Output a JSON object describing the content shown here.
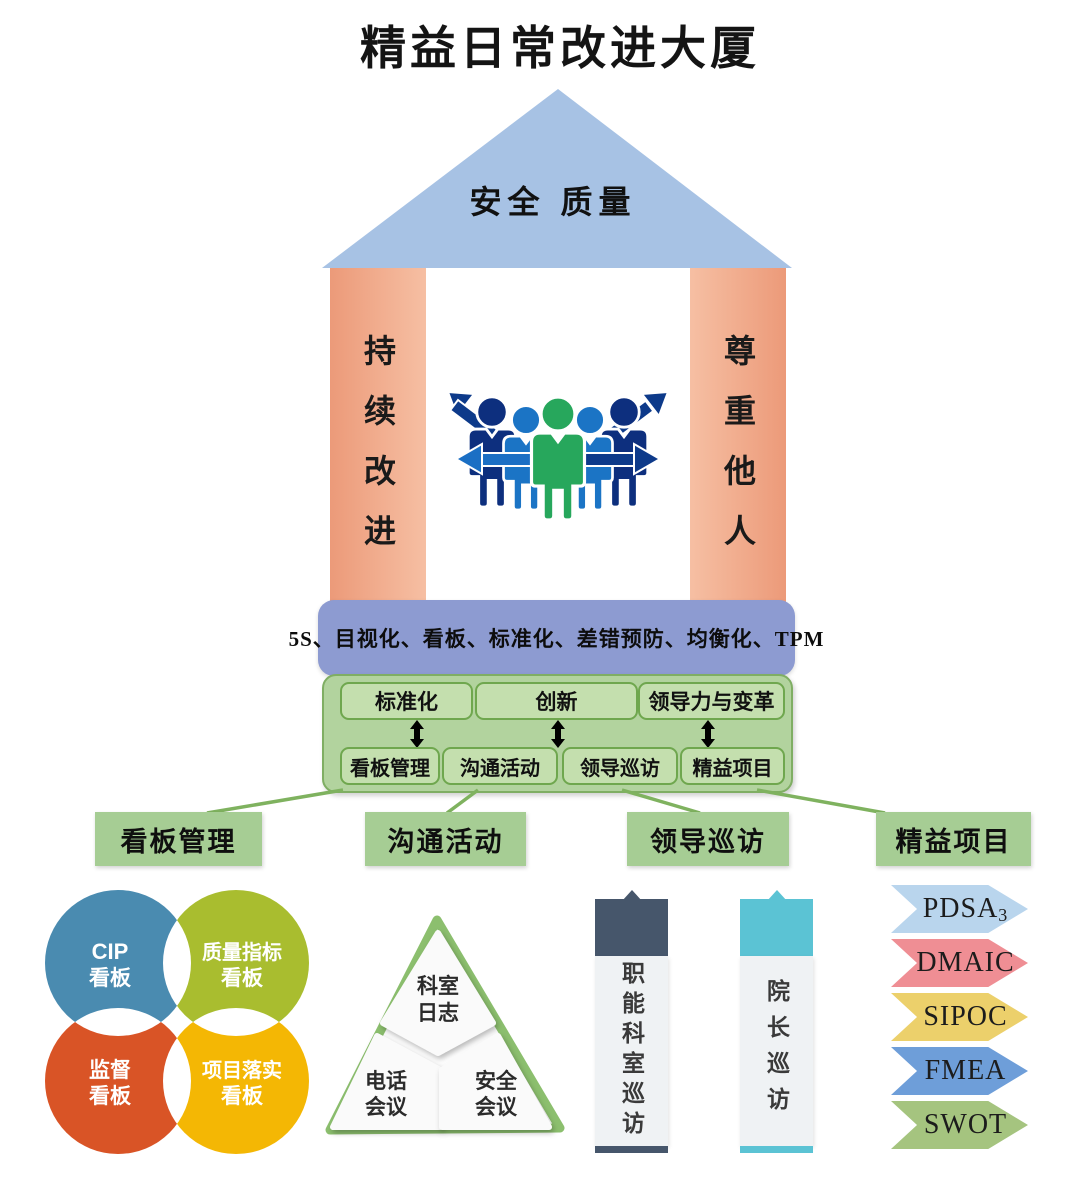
{
  "title": "精益日常改进大厦",
  "building": {
    "roof_label": "安全 质量",
    "left_pillar": "持续改进",
    "right_pillar": "尊重他人",
    "foundation_bar": "5S、目视化、看板、标准化、差错预防、均衡化、TPM",
    "method_row": [
      "标准化",
      "创新",
      "领导力与变革"
    ],
    "activity_row": [
      "看板管理",
      "沟通活动",
      "领导巡访",
      "精益项目"
    ]
  },
  "sections": {
    "kanban": {
      "header": "看板管理",
      "circles": [
        {
          "line1": "CIP",
          "line2": "看板",
          "color": "#4a8bb0"
        },
        {
          "line1": "质量指标",
          "line2": "看板",
          "color": "#a9bd2f"
        },
        {
          "line1": "监督",
          "line2": "看板",
          "color": "#d95426"
        },
        {
          "line1": "项目落实",
          "line2": "看板",
          "color": "#f4b704"
        }
      ]
    },
    "communication": {
      "header": "沟通活动",
      "triangle_items": [
        {
          "line1": "科室",
          "line2": "日志"
        },
        {
          "line1": "电话",
          "line2": "会议"
        },
        {
          "line1": "安全",
          "line2": "会议"
        }
      ]
    },
    "rounds": {
      "header": "领导巡访",
      "columns": [
        {
          "label": "职能科室巡访",
          "color": "#46566b"
        },
        {
          "label": "院长巡访",
          "color": "#5bc3d4"
        }
      ]
    },
    "projects": {
      "header": "精益项目",
      "banners": [
        {
          "label": "PDSA",
          "sub": "3",
          "color": "#b9d5ed"
        },
        {
          "label": "DMAIC",
          "sub": "",
          "color": "#ef8e94"
        },
        {
          "label": "SIPOC",
          "sub": "",
          "color": "#ecd06b"
        },
        {
          "label": "FMEA",
          "sub": "",
          "color": "#6e9ed9"
        },
        {
          "label": "SWOT",
          "sub": "",
          "color": "#a5c47f"
        }
      ]
    }
  },
  "colors": {
    "roof": "#a7c2e4",
    "pillar": "#ef9e7e",
    "foundation_bar": "#8d9bd1",
    "base_container": "#b2d39e",
    "base_inner_box": "#c4dfae",
    "section_header": "#a6cd94",
    "connector_line": "#7fb25f",
    "column_body": "#eff2f4",
    "people_center": "#27a75c",
    "people_inner": "#1b74c5",
    "people_outer": "#0d2f7e"
  }
}
